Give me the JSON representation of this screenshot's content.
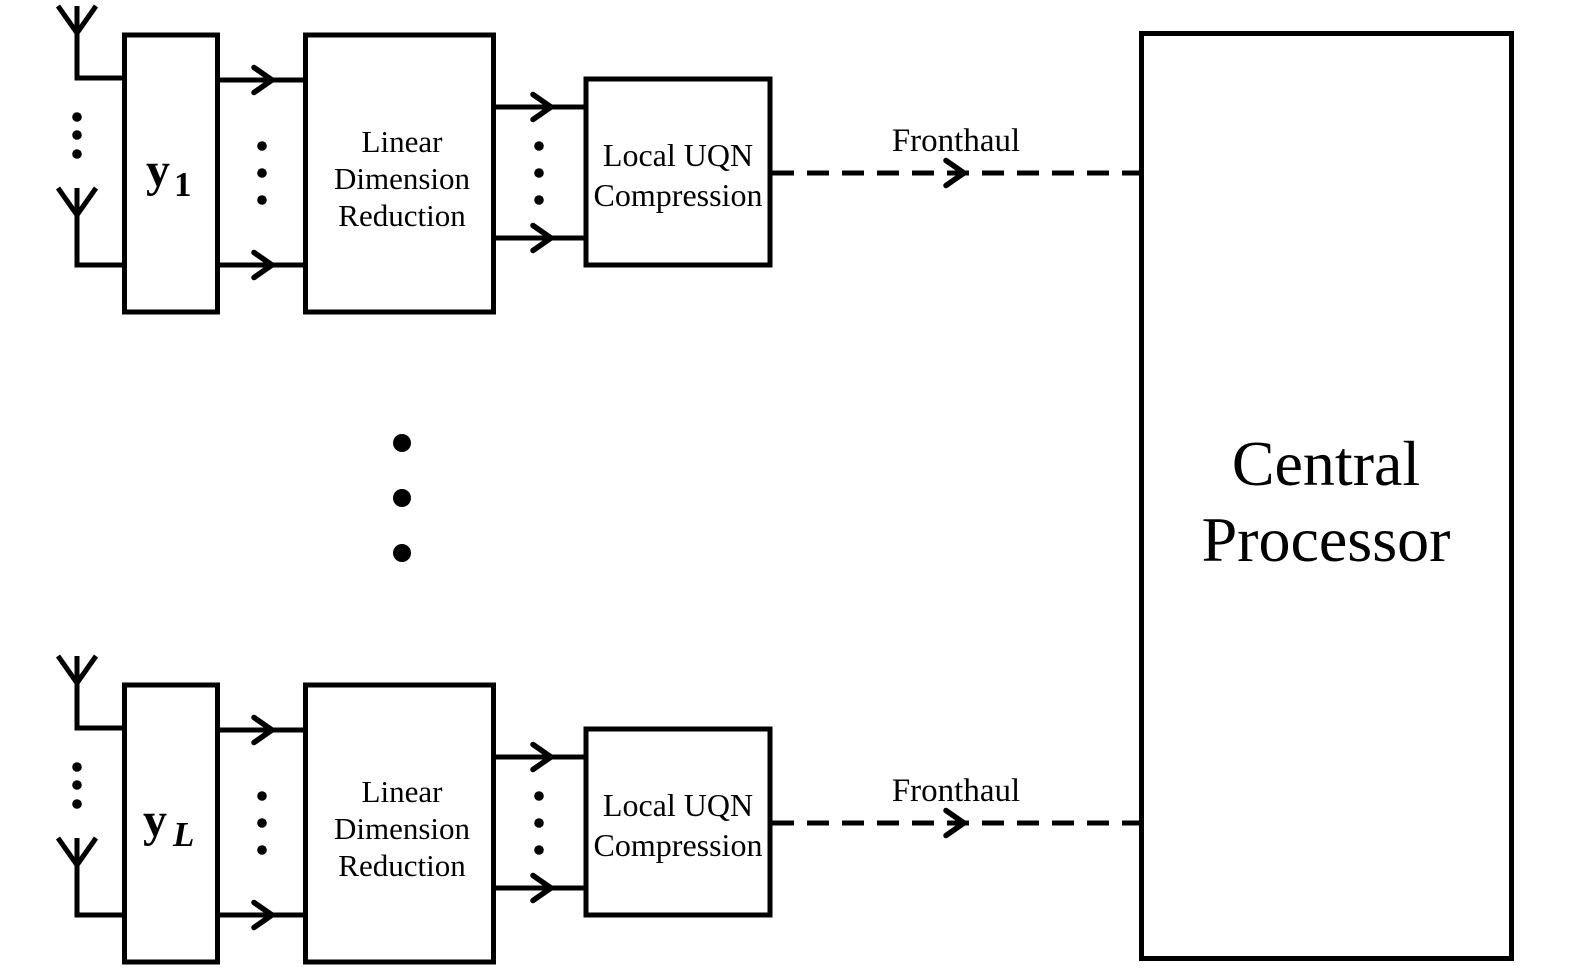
{
  "figure": {
    "description": "Block diagram of distributed fronthaul compression with a central processor",
    "colors": {
      "background": "#ffffff",
      "ink": "#000000"
    },
    "rows": [
      {
        "signal": {
          "main": "y",
          "sub": "1"
        },
        "ldr": {
          "line1": "Linear",
          "line2": "Dimension",
          "line3": "Reduction"
        },
        "uqn": {
          "line1": "Local UQN",
          "line2": "Compression"
        },
        "fronthaul_label": "Fronthaul"
      },
      {
        "signal": {
          "main": "y",
          "sub": "L"
        },
        "ldr": {
          "line1": "Linear",
          "line2": "Dimension",
          "line3": "Reduction"
        },
        "uqn": {
          "line1": "Local UQN",
          "line2": "Compression"
        },
        "fronthaul_label": "Fronthaul"
      }
    ],
    "central": {
      "line1": "Central",
      "line2": "Processor"
    }
  }
}
